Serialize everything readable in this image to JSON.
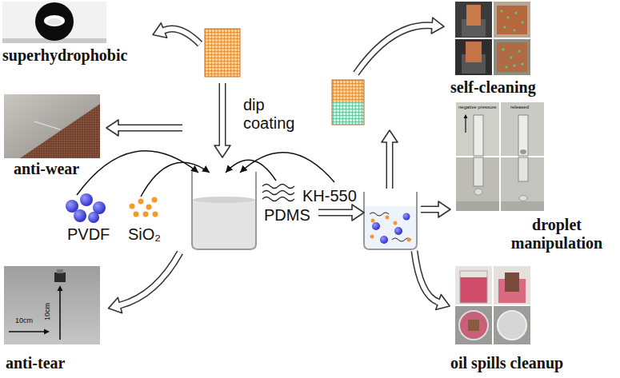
{
  "diagram": {
    "nodes": [
      {
        "text": [
          "superhydrophobic"
        ]
      },
      {
        "text": [
          "anti-wear"
        ]
      },
      {
        "text": [
          "10cm",
          "10cm",
          "anti-tear"
        ]
      },
      {
        "text": [
          "self-cleaning"
        ]
      },
      {
        "text": [
          "negative pressure",
          "released",
          "droplet manipulation"
        ]
      },
      {
        "text": [
          "oil spills cleanup"
        ]
      }
    ],
    "labels": [
      "dip coating",
      "PVDF",
      "SiO₂",
      "PDMS",
      "KH-550"
    ]
  }
}
